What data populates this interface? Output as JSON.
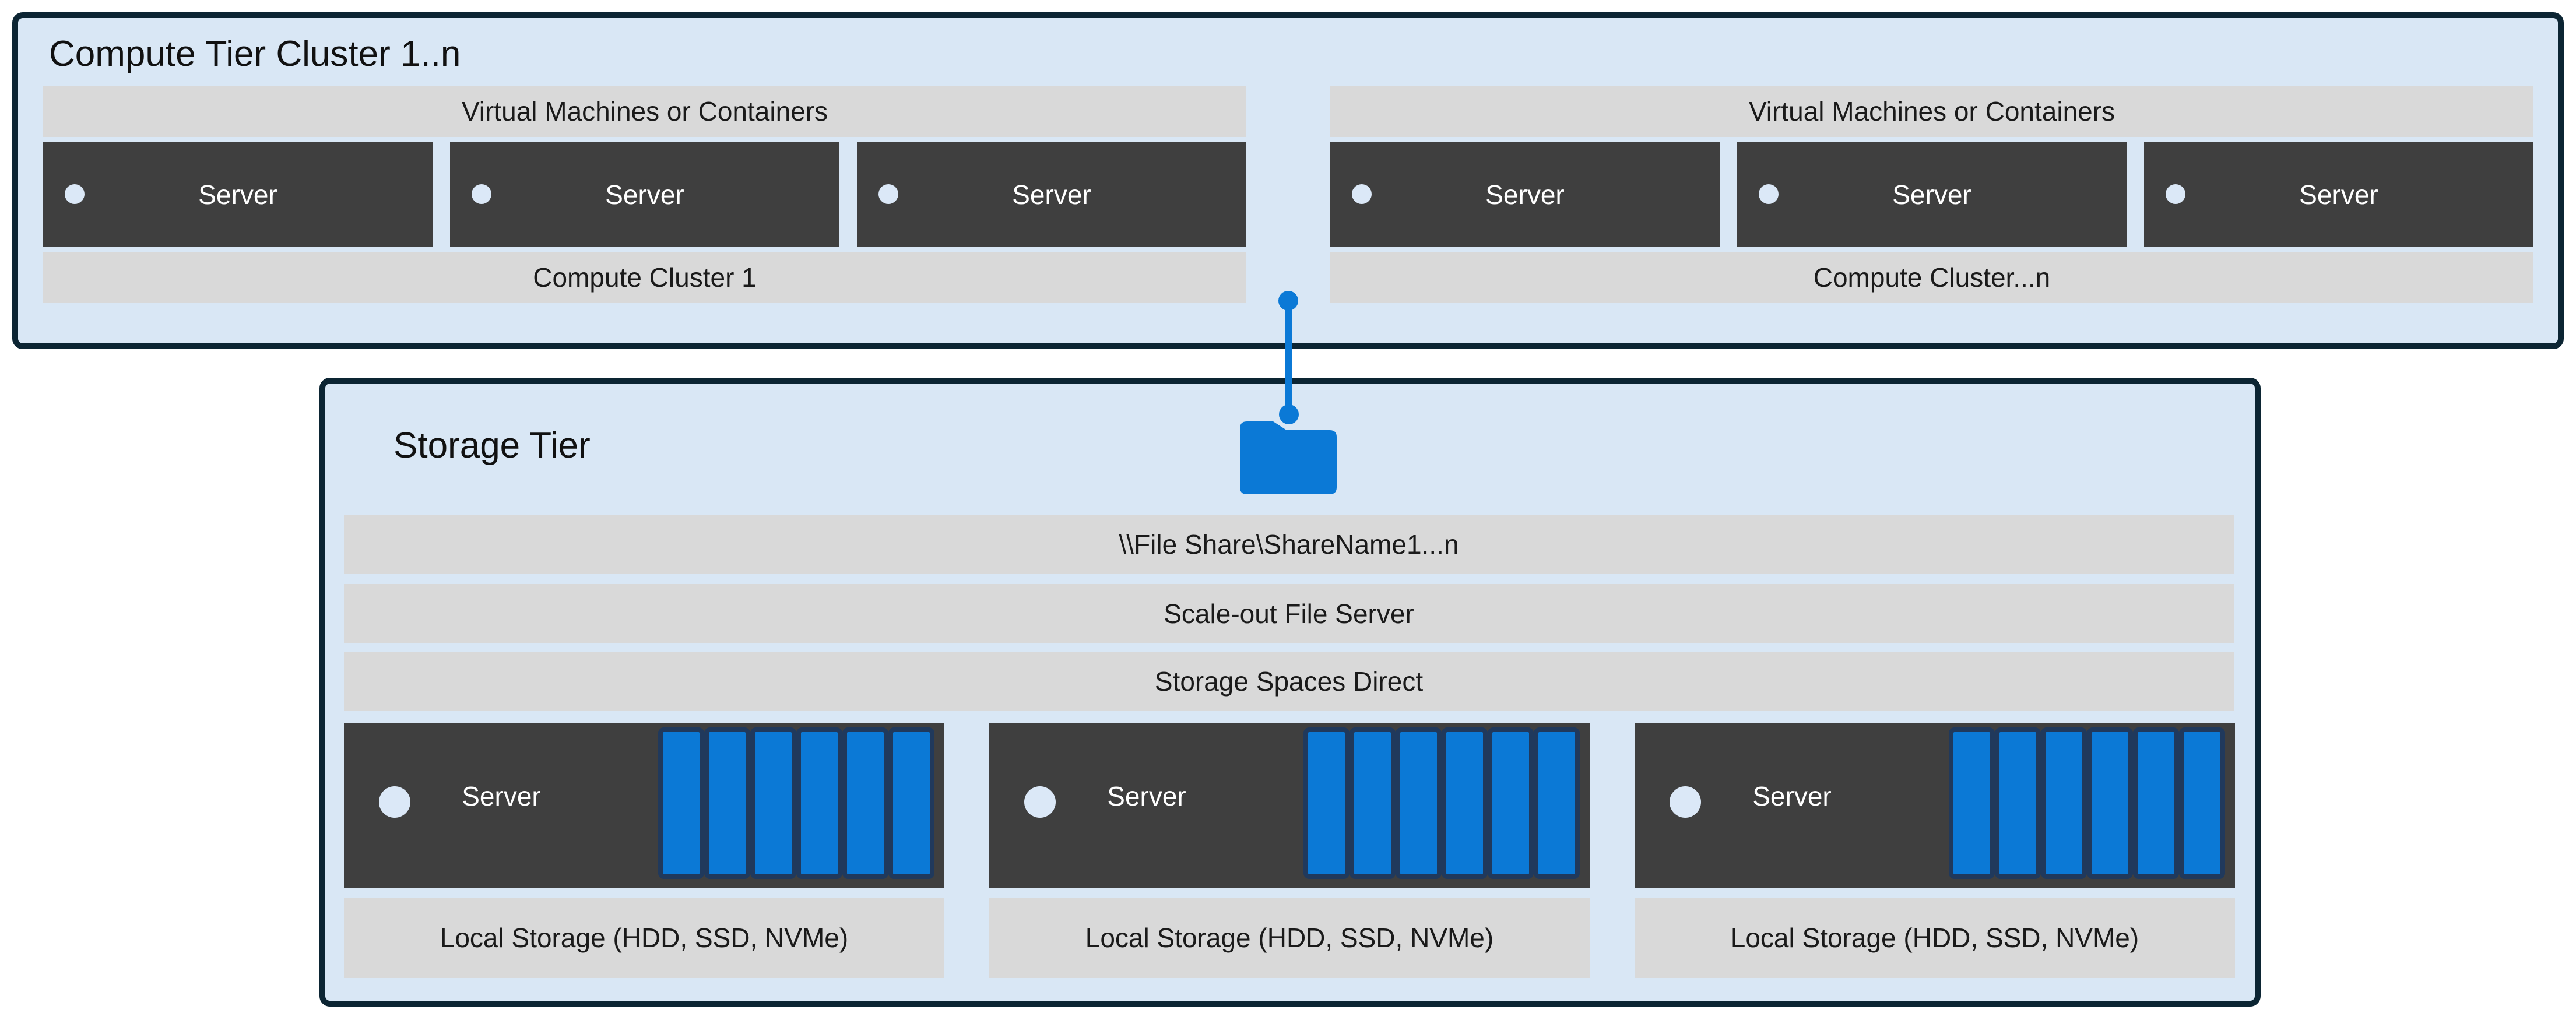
{
  "colors": {
    "panel_background": "#d9e7f5",
    "panel_border": "#0c2533",
    "bar_background": "#d9d9d9",
    "server_background": "#3f3f3f",
    "accent_blue": "#0b79d6",
    "disk_frame_navy": "#20395c",
    "text_dark": "#1a1a1a",
    "text_light": "#ffffff"
  },
  "compute_tier": {
    "title": "Compute Tier Cluster 1..n",
    "clusters": [
      {
        "vm_bar": "Virtual Machines or Containers",
        "servers": [
          "Server",
          "Server",
          "Server"
        ],
        "cluster_bar": "Compute Cluster 1"
      },
      {
        "vm_bar": "Virtual Machines or Containers",
        "servers": [
          "Server",
          "Server",
          "Server"
        ],
        "cluster_bar": "Compute Cluster...n"
      }
    ]
  },
  "storage_tier": {
    "title": "Storage Tier",
    "share_bar": "\\\\File Share\\ShareName1...n",
    "sofs_bar": "Scale-out File Server",
    "s2d_bar": "Storage Spaces Direct",
    "nodes": [
      {
        "server_label": "Server",
        "disk_count": 6,
        "local_bar": "Local Storage (HDD, SSD, NVMe)"
      },
      {
        "server_label": "Server",
        "disk_count": 6,
        "local_bar": "Local Storage (HDD, SSD, NVMe)"
      },
      {
        "server_label": "Server",
        "disk_count": 6,
        "local_bar": "Local Storage (HDD, SSD, NVMe)"
      }
    ]
  }
}
